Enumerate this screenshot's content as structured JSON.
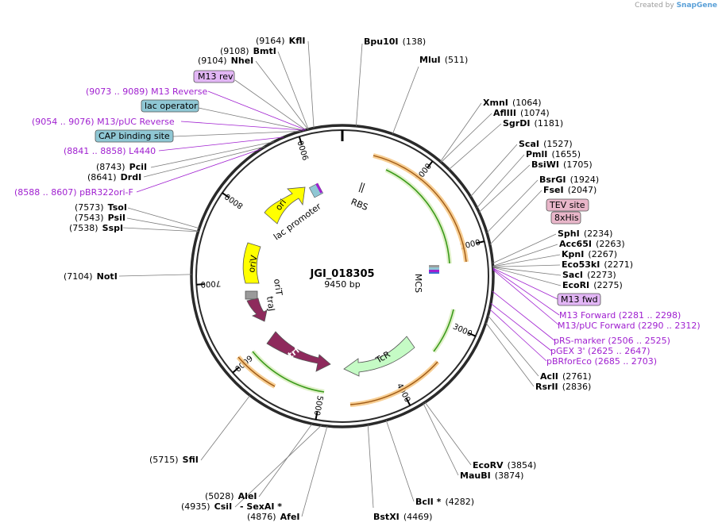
{
  "credit": {
    "prefix": "Created by",
    "brand": "SnapGene"
  },
  "plasmid": {
    "name": "JGI_018305",
    "size_label": "9450 bp",
    "length": 9450
  },
  "ticks": [
    "1000",
    "2000",
    "3000",
    "4000",
    "5000",
    "6000",
    "7000",
    "8000",
    "9000"
  ],
  "sites": [
    {
      "name": "KflI",
      "pos": "(9164)"
    },
    {
      "name": "BmtI",
      "pos": "(9108)"
    },
    {
      "name": "NheI",
      "pos": "(9104)"
    },
    {
      "name": "TsoI",
      "pos": "(7573)"
    },
    {
      "name": "PsiI",
      "pos": "(7543)"
    },
    {
      "name": "SspI",
      "pos": "(7538)"
    },
    {
      "name": "NotI",
      "pos": "(7104)"
    },
    {
      "name": "PciI",
      "pos": "(8743)"
    },
    {
      "name": "DrdI",
      "pos": "(8641)"
    },
    {
      "name": "SfiI",
      "pos": "(5715)"
    },
    {
      "name": "AleI",
      "pos": "(5028)"
    },
    {
      "name": "CsiI",
      "pos": "(4935)"
    },
    {
      "name": "- SexAI *",
      "pos": ""
    },
    {
      "name": "AfeI",
      "pos": "(4876)"
    },
    {
      "name": "Bpu10I",
      "pos": "(138)"
    },
    {
      "name": "MluI",
      "pos": "(511)"
    },
    {
      "name": "XmnI",
      "pos": "(1064)"
    },
    {
      "name": "AflIII",
      "pos": "(1074)"
    },
    {
      "name": "SgrDI",
      "pos": "(1181)"
    },
    {
      "name": "ScaI",
      "pos": "(1527)"
    },
    {
      "name": "PmlI",
      "pos": "(1655)"
    },
    {
      "name": "BsiWI",
      "pos": "(1705)"
    },
    {
      "name": "BsrGI",
      "pos": "(1924)"
    },
    {
      "name": "FseI",
      "pos": "(2047)"
    },
    {
      "name": "SphI",
      "pos": "(2234)"
    },
    {
      "name": "Acc65I",
      "pos": "(2263)"
    },
    {
      "name": "KpnI",
      "pos": "(2267)"
    },
    {
      "name": "Eco53kI",
      "pos": "(2271)"
    },
    {
      "name": "SacI",
      "pos": "(2273)"
    },
    {
      "name": "EcoRI",
      "pos": "(2275)"
    },
    {
      "name": "AclI",
      "pos": "(2761)"
    },
    {
      "name": "RsrII",
      "pos": "(2836)"
    },
    {
      "name": "EcoRV",
      "pos": "(3854)"
    },
    {
      "name": "MauBI",
      "pos": "(3874)"
    },
    {
      "name": "BclI *",
      "pos": "(4282)"
    },
    {
      "name": "BstXI",
      "pos": "(4469)"
    }
  ],
  "primers": [
    {
      "range": "(9073 .. 9089)",
      "name": "M13 Reverse"
    },
    {
      "range": "(9054 .. 9076)",
      "name": "M13/pUC Reverse"
    },
    {
      "range": "(8841 .. 8858)",
      "name": "L4440"
    },
    {
      "range": "(8588 .. 8607)",
      "name": "pBR322ori-F"
    },
    {
      "name": "M13 Forward",
      "range": "(2281 .. 2298)"
    },
    {
      "name": "M13/pUC Forward",
      "range": "(2290 .. 2312)"
    },
    {
      "name": "pRS-marker",
      "range": "(2506 .. 2525)"
    },
    {
      "name": "pGEX 3'",
      "range": "(2625 .. 2647)"
    },
    {
      "name": "pBRforEco",
      "range": "(2685 .. 2703)"
    }
  ],
  "boxes": [
    {
      "label": "M13 rev",
      "kind": "primer",
      "color": "#e2b6f5"
    },
    {
      "label": "lac operator",
      "kind": "feature",
      "color": "#8fc7d4"
    },
    {
      "label": "CAP binding site",
      "kind": "feature",
      "color": "#8fc7d4"
    },
    {
      "label": "TEV site",
      "kind": "feature",
      "color": "#e8b6c9"
    },
    {
      "label": "8xHis",
      "kind": "feature",
      "color": "#e8b6c9"
    },
    {
      "label": "M13 fwd",
      "kind": "primer",
      "color": "#e2b6f5"
    }
  ],
  "features": {
    "ori": "ori",
    "lac_promoter": "lac promoter",
    "rbs": "RBS",
    "mcs": "MCS",
    "oriV": "oriV",
    "oriT": "oriT",
    "traJ": "traJ",
    "trfA": "trfA",
    "tcR": "TcR"
  },
  "colors": {
    "ori": "#ffff00",
    "trfA": "#8e2a5c",
    "tcR": "#c5fbc5",
    "orf_line": "#3a9a1a",
    "orf_glow": "#f6c987",
    "primer": "#a020d0",
    "backbone": "#2a2a2a"
  }
}
